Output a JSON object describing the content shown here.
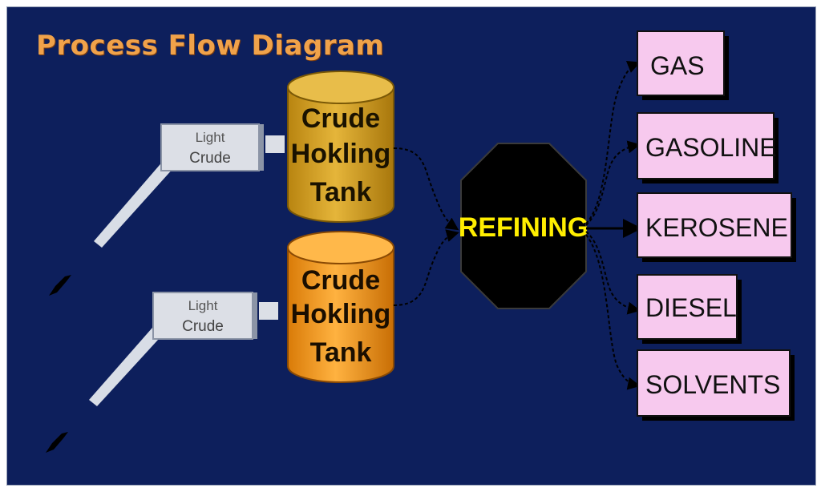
{
  "title": "Process Flow Diagram",
  "sources": [
    {
      "label_line1": "Light",
      "label_line2": "Crude"
    },
    {
      "label_line1": "Light",
      "label_line2": "Crude"
    }
  ],
  "tanks": [
    {
      "line1": "Crude",
      "line2": "Hokling",
      "line3": "Tank",
      "color": "#d9a11c"
    },
    {
      "line1": "Crude",
      "line2": "Hokling",
      "line3": "Tank",
      "color": "#f39a16"
    }
  ],
  "process": {
    "label": "REFINING",
    "fill": "#000000",
    "text_color": "#ffee00"
  },
  "products": [
    {
      "label": "GAS"
    },
    {
      "label": "GASOLINE"
    },
    {
      "label": "KEROSENE"
    },
    {
      "label": "DIESEL"
    },
    {
      "label": "SOLVENTS"
    }
  ],
  "colors": {
    "background": "#0d1f5c",
    "product_box": "#f7c9ee",
    "title": "#f0a24a"
  }
}
